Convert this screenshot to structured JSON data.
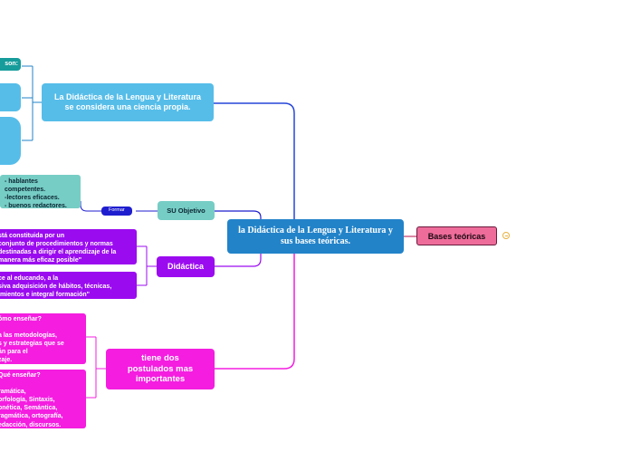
{
  "root": {
    "label": "Bases teóricas"
  },
  "main_topic": {
    "label": "la Didáctica de la Lengua y Literatura y sus bases teóricas."
  },
  "branches": {
    "ciencia": {
      "label": "La Didáctica de la Lengua y Literatura  se considera una ciencia propia."
    },
    "son": {
      "label": "son:"
    },
    "objetivo": {
      "label": "SU Objetivo",
      "connector_label": "Formar"
    },
    "objetivo_detail": {
      "text": "- hablantes\ncompetentes.\n-lectores eficaces.\n- buenos redactores."
    },
    "didactica": {
      "label": "Didáctica"
    },
    "didactica_detail_1": {
      "text": "stá constituida por un\nconjunto de procedimientos y normas\ndestinadas a dirigir el aprendizaje de la\nmanera más eficaz posible\""
    },
    "didactica_detail_2": {
      "text": "ce al educando, a la\nsiva adquisición de hábitos, técnicas,\nimientos e integral formación\""
    },
    "postulados": {
      "label": "tiene dos postulados mas importantes"
    },
    "como": {
      "text": "ómo enseñar?\n\n a las metodologías,\ns y estrategias que se\nán para el\nzaje."
    },
    "que": {
      "text": "Qué enseñar?\n\nramática,\norfología, Sintaxis,\nonética, Semántica,\nragmática, ortografía,\nedacción, discursos."
    }
  },
  "colors": {
    "root": "#ee6c9a",
    "main": "#2283c9",
    "sky": "#56bde9",
    "teal": "#159c9b",
    "teal_light": "#76cdc5",
    "purple": "#9b0bf0",
    "pink": "#f41de0",
    "connector_blue": "#1f1ecf"
  }
}
